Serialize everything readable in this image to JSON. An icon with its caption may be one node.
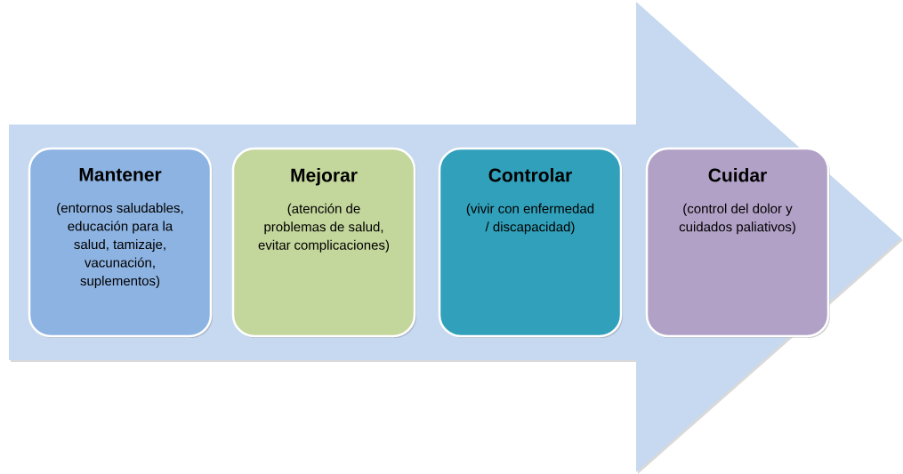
{
  "diagram": {
    "nodes": [
      {
        "text": [],
        "shape": "arrow"
      },
      {
        "text": [
          "Mantener",
          "(entornos saludables, educación para la salud, tamizaje, vacunación, suplementos)"
        ],
        "in": 0
      },
      {
        "text": [
          "Mejorar",
          "(atención de problemas de salud, evitar complicaciones)"
        ],
        "in": 0
      },
      {
        "text": [
          "Controlar",
          "(vivir con enfermedad / discapacidad)"
        ],
        "in": 0
      },
      {
        "text": [
          "Cuidar",
          "(control del dolor y cuidados paliativos)"
        ],
        "in": 0
      }
    ],
    "edges": []
  }
}
